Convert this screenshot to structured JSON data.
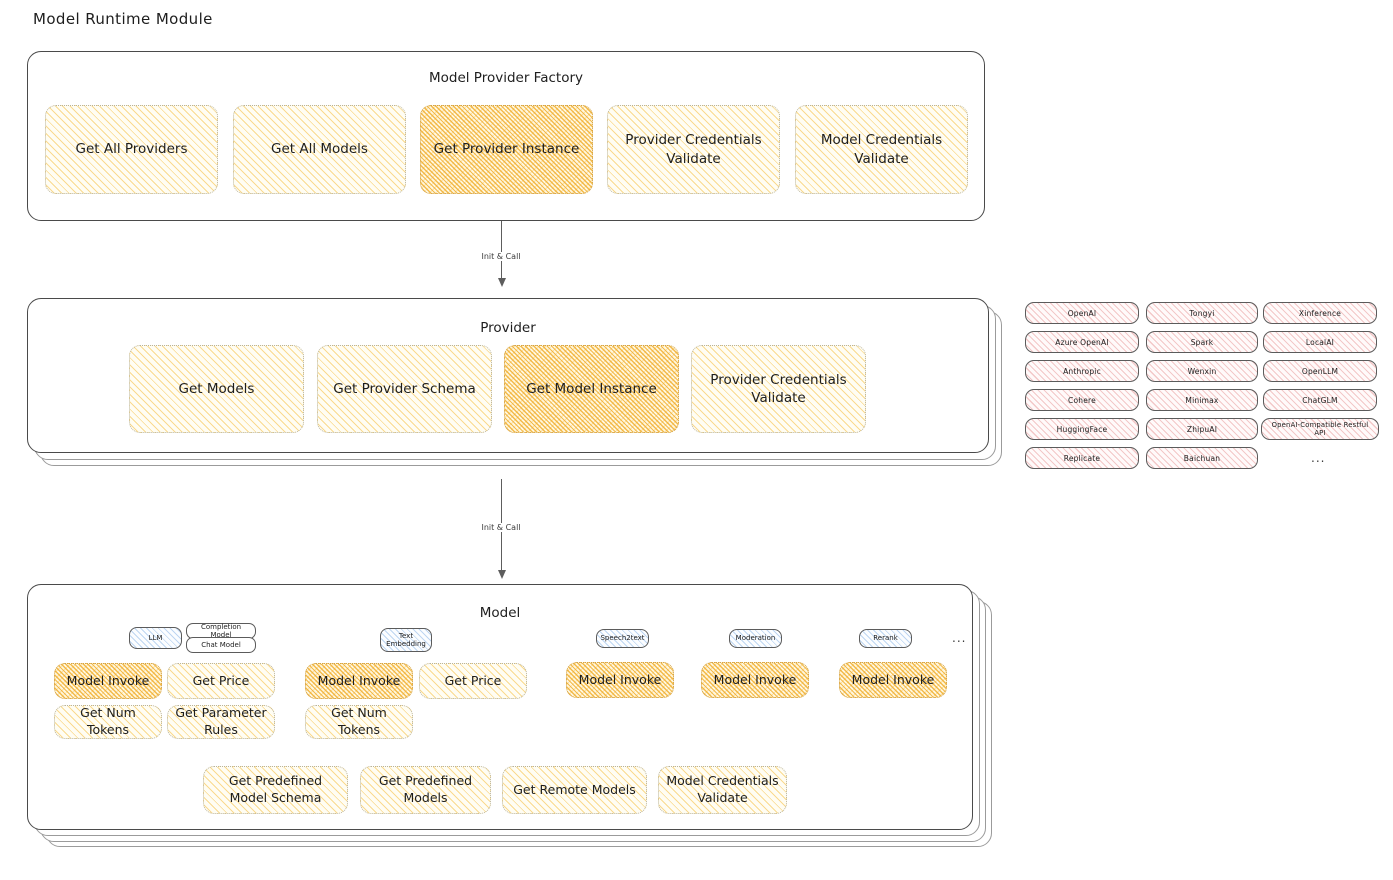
{
  "page": {
    "title": "Model Runtime Module"
  },
  "factory": {
    "title": "Model Provider Factory",
    "functions": [
      {
        "label": "Get All Providers",
        "emphasis": "light"
      },
      {
        "label": "Get All Models",
        "emphasis": "light"
      },
      {
        "label": "Get Provider Instance",
        "emphasis": "dark"
      },
      {
        "label": "Provider Credentials Validate",
        "emphasis": "light"
      },
      {
        "label": "Model Credentials Validate",
        "emphasis": "light"
      }
    ]
  },
  "arrows": [
    {
      "label": "Init & Call",
      "from": "Model Provider Factory",
      "to": "Provider"
    },
    {
      "label": "Init & Call",
      "from": "Provider",
      "to": "Model"
    }
  ],
  "provider": {
    "title": "Provider",
    "functions": [
      {
        "label": "Get Models",
        "emphasis": "light"
      },
      {
        "label": "Get Provider Schema",
        "emphasis": "light"
      },
      {
        "label": "Get Model Instance",
        "emphasis": "dark"
      },
      {
        "label": "Provider Credentials Validate",
        "emphasis": "light"
      }
    ]
  },
  "provider_list": {
    "columns": [
      [
        "OpenAI",
        "Azure OpenAI",
        "Anthropic",
        "Cohere",
        "HuggingFace",
        "Replicate"
      ],
      [
        "Tongyi",
        "Spark",
        "Wenxin",
        "Minimax",
        "ZhipuAI",
        "Baichuan"
      ],
      [
        "Xinference",
        "LocalAI",
        "OpenLLM",
        "ChatGLM",
        "OpenAI-Compatible Restful API"
      ]
    ],
    "more": "..."
  },
  "model": {
    "title": "Model",
    "more": "...",
    "types": [
      {
        "chip": "LLM",
        "subchips": [
          "Completion Model",
          "Chat Model"
        ],
        "functions": [
          {
            "label": "Model Invoke",
            "emphasis": "dark"
          },
          {
            "label": "Get Price",
            "emphasis": "light"
          },
          {
            "label": "Get Num Tokens",
            "emphasis": "light"
          },
          {
            "label": "Get Parameter Rules",
            "emphasis": "light"
          }
        ]
      },
      {
        "chip": "Text Embedding",
        "subchips": [],
        "functions": [
          {
            "label": "Model Invoke",
            "emphasis": "dark"
          },
          {
            "label": "Get Price",
            "emphasis": "light"
          },
          {
            "label": "Get Num Tokens",
            "emphasis": "light"
          }
        ]
      },
      {
        "chip": "Speech2text",
        "subchips": [],
        "functions": [
          {
            "label": "Model Invoke",
            "emphasis": "dark"
          }
        ]
      },
      {
        "chip": "Moderation",
        "subchips": [],
        "functions": [
          {
            "label": "Model Invoke",
            "emphasis": "dark"
          }
        ]
      },
      {
        "chip": "Rerank",
        "subchips": [],
        "functions": [
          {
            "label": "Model Invoke",
            "emphasis": "dark"
          }
        ]
      }
    ],
    "shared_functions": [
      {
        "label": "Get Predefined Model Schema",
        "emphasis": "light"
      },
      {
        "label": "Get Predefined Models",
        "emphasis": "light"
      },
      {
        "label": "Get Remote Models",
        "emphasis": "light"
      },
      {
        "label": "Model Credentials Validate",
        "emphasis": "light"
      }
    ]
  },
  "colors": {
    "accent_yellow": "#f0aa23",
    "light_yellow": "#fffdf3",
    "pink": "#e28282",
    "blue": "#5a96dc",
    "stroke": "#1e1e1e"
  }
}
